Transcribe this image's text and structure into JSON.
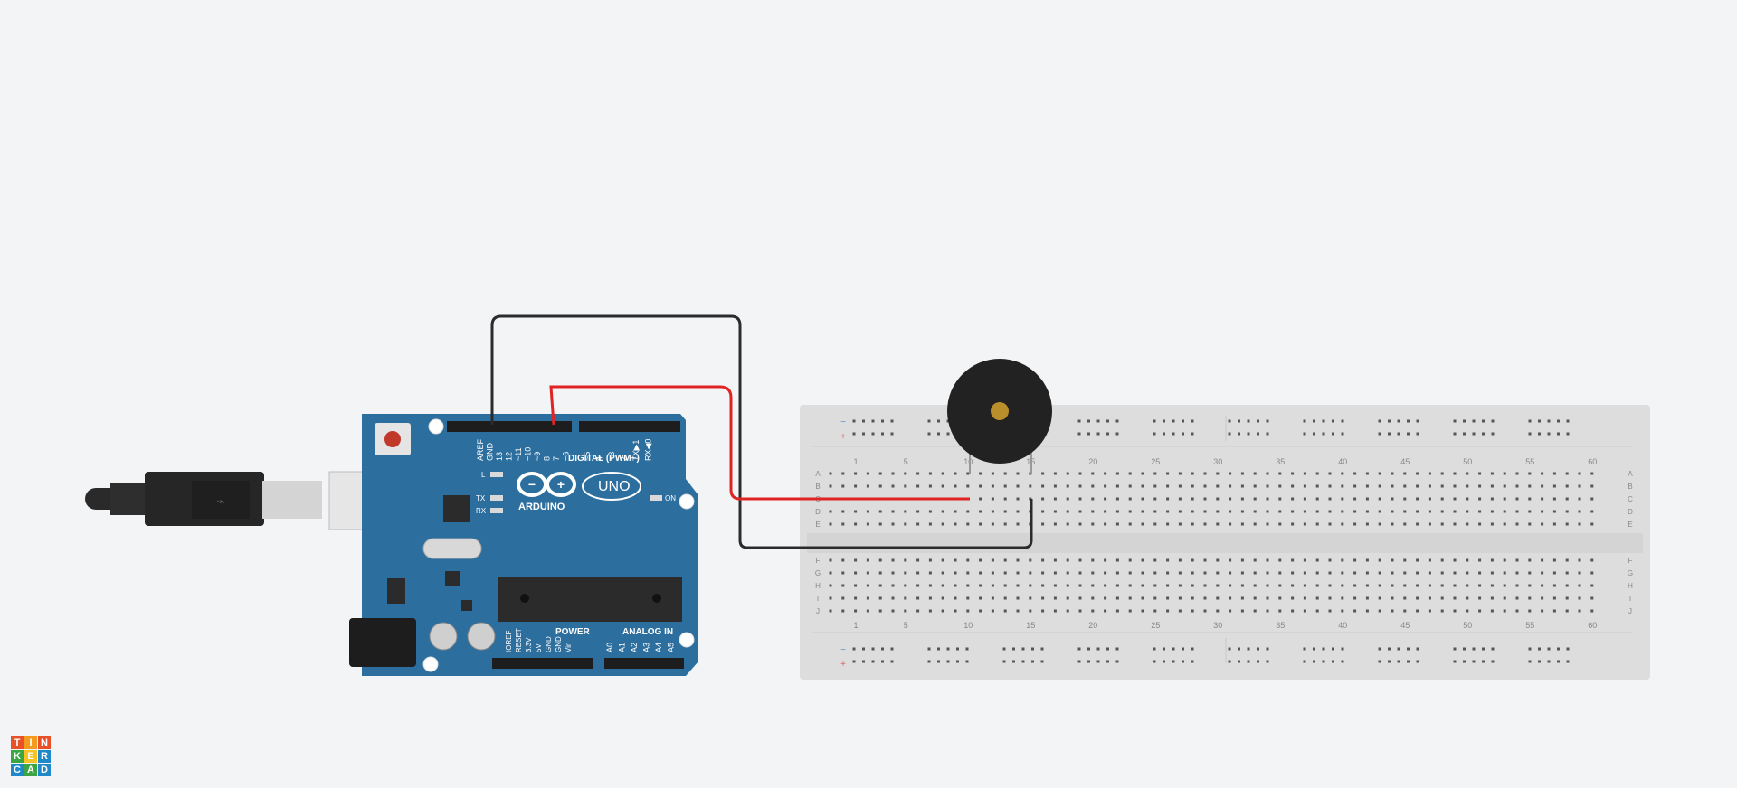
{
  "app": {
    "logo_letters": [
      "T",
      "I",
      "N",
      "K",
      "E",
      "R",
      "C",
      "A",
      "D"
    ],
    "logo_colors": [
      "#e8502a",
      "#f49b1f",
      "#e8502a",
      "#3aa542",
      "#f6c325",
      "#1e88c8",
      "#1e88c8",
      "#3aa542",
      "#1e88c8"
    ]
  },
  "arduino": {
    "brand": "ARDUINO",
    "model": "UNO",
    "digital_header": "DIGITAL (PWM~)",
    "digital_pins": [
      "AREF",
      "GND",
      "13",
      "12",
      "~11",
      "~10",
      "~9",
      "8",
      "7",
      "~6",
      "~5",
      "4",
      "~3",
      "2",
      "TX▶1",
      "RX◀0"
    ],
    "power_header": "POWER",
    "power_pins": [
      "IOREF",
      "RESET",
      "3.3V",
      "5V",
      "GND",
      "GND",
      "Vin"
    ],
    "analog_header": "ANALOG IN",
    "analog_pins": [
      "A0",
      "A1",
      "A2",
      "A3",
      "A4",
      "A5"
    ],
    "led_L": "L",
    "led_TX": "TX",
    "led_RX": "RX",
    "on_label": "ON"
  },
  "breadboard": {
    "column_numbers": [
      "1",
      "5",
      "10",
      "15",
      "20",
      "25",
      "30",
      "35",
      "40",
      "45",
      "50",
      "55",
      "60"
    ],
    "rows_top": [
      "A",
      "B",
      "C",
      "D",
      "E"
    ],
    "rows_bottom": [
      "F",
      "G",
      "H",
      "I",
      "J"
    ],
    "rail_minus": "−",
    "rail_plus": "+"
  },
  "colors": {
    "board": "#2c6e9e",
    "wire_red": "#e02424",
    "wire_black": "#2b2b2b",
    "breadboard": "#dddddd",
    "buzzer": "#222222",
    "buzzer_center": "#b88f2a"
  }
}
